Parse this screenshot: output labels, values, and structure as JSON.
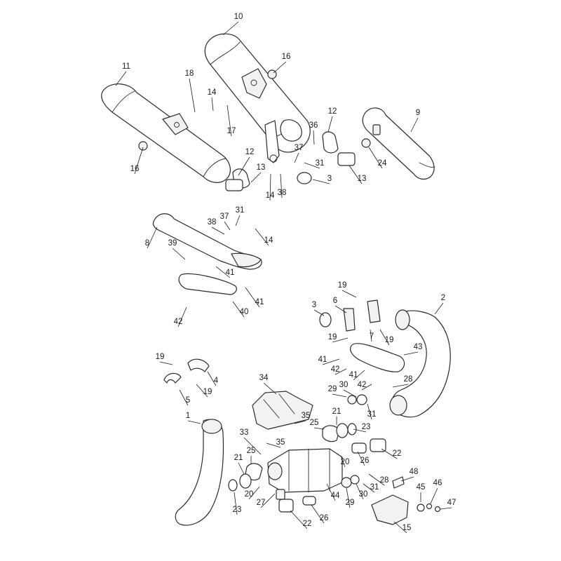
{
  "callouts": [
    {
      "label": "10"
    },
    {
      "label": "16"
    },
    {
      "label": "11"
    },
    {
      "label": "18"
    },
    {
      "label": "14"
    },
    {
      "label": "17"
    },
    {
      "label": "16"
    },
    {
      "label": "12"
    },
    {
      "label": "9"
    },
    {
      "label": "36"
    },
    {
      "label": "37"
    },
    {
      "label": "31"
    },
    {
      "label": "24"
    },
    {
      "label": "12"
    },
    {
      "label": "13"
    },
    {
      "label": "14"
    },
    {
      "label": "38"
    },
    {
      "label": "3"
    },
    {
      "label": "13"
    },
    {
      "label": "31"
    },
    {
      "label": "37"
    },
    {
      "label": "38"
    },
    {
      "label": "14"
    },
    {
      "label": "8"
    },
    {
      "label": "39"
    },
    {
      "label": "41"
    },
    {
      "label": "41"
    },
    {
      "label": "40"
    },
    {
      "label": "42"
    },
    {
      "label": "19"
    },
    {
      "label": "3"
    },
    {
      "label": "6"
    },
    {
      "label": "2"
    },
    {
      "label": "7"
    },
    {
      "label": "19"
    },
    {
      "label": "19"
    },
    {
      "label": "43"
    },
    {
      "label": "41"
    },
    {
      "label": "42"
    },
    {
      "label": "41"
    },
    {
      "label": "42"
    },
    {
      "label": "19"
    },
    {
      "label": "4"
    },
    {
      "label": "5"
    },
    {
      "label": "19"
    },
    {
      "label": "29"
    },
    {
      "label": "30"
    },
    {
      "label": "28"
    },
    {
      "label": "34"
    },
    {
      "label": "31"
    },
    {
      "label": "1"
    },
    {
      "label": "35"
    },
    {
      "label": "21"
    },
    {
      "label": "25"
    },
    {
      "label": "23"
    },
    {
      "label": "35"
    },
    {
      "label": "33"
    },
    {
      "label": "22"
    },
    {
      "label": "25"
    },
    {
      "label": "26"
    },
    {
      "label": "20"
    },
    {
      "label": "21"
    },
    {
      "label": "48"
    },
    {
      "label": "28"
    },
    {
      "label": "31"
    },
    {
      "label": "20"
    },
    {
      "label": "27"
    },
    {
      "label": "44"
    },
    {
      "label": "29"
    },
    {
      "label": "30"
    },
    {
      "label": "45"
    },
    {
      "label": "46"
    },
    {
      "label": "47"
    },
    {
      "label": "23"
    },
    {
      "label": "22"
    },
    {
      "label": "26"
    },
    {
      "label": "15"
    }
  ]
}
